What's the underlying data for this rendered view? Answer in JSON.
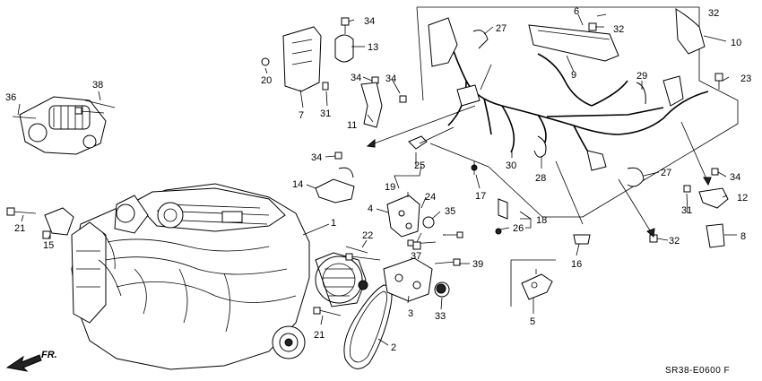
{
  "diagram": {
    "code": "SR38-E0600 F",
    "direction_label": "FR.",
    "callouts": {
      "c1": "1",
      "c2": "2",
      "c3": "3",
      "c4": "4",
      "c5": "5",
      "c6": "6",
      "c7": "7",
      "c8": "8",
      "c9": "9",
      "c10": "10",
      "c11": "11",
      "c12": "12",
      "c13": "13",
      "c14": "14",
      "c15": "15",
      "c16": "16",
      "c17": "17",
      "c18": "18",
      "c19": "19",
      "c20": "20",
      "c21a": "21",
      "c21b": "21",
      "c22": "22",
      "c23": "23",
      "c24": "24",
      "c25": "25",
      "c26": "26",
      "c27a": "27",
      "c27b": "27",
      "c28": "28",
      "c29": "29",
      "c30": "30",
      "c31a": "31",
      "c31b": "31",
      "c32a": "32",
      "c32b": "32",
      "c32c": "32",
      "c33": "33",
      "c34a": "34",
      "c34b": "34",
      "c34c": "34",
      "c34d": "34",
      "c34e": "34",
      "c35": "35",
      "c36": "36",
      "c37": "37",
      "c38": "38",
      "c39": "39"
    }
  }
}
